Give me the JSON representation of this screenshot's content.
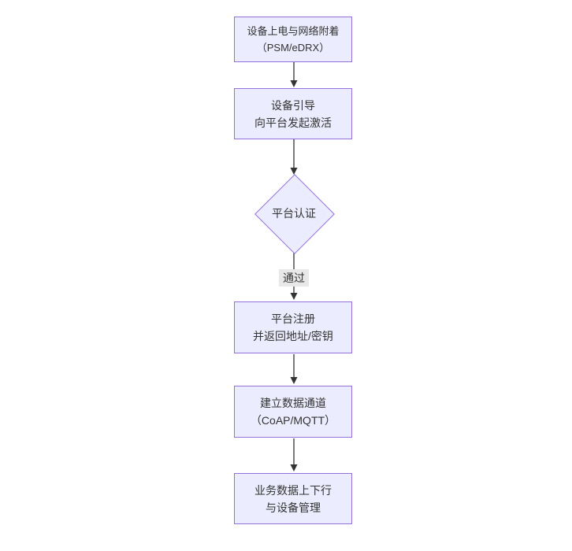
{
  "diagram": {
    "type": "flowchart",
    "direction": "top-down",
    "colors": {
      "background": "#ffffff",
      "node_fill": "#ECECFF",
      "node_border": "#9370DB",
      "text": "#333333",
      "edge": "#333333",
      "edge_label_bg": "#e8e8e8"
    },
    "nodes": [
      {
        "id": "power_attach",
        "shape": "rect",
        "line1": "设备上电与网络附着",
        "line2": "（PSM/eDRX）"
      },
      {
        "id": "bootstrap",
        "shape": "rect",
        "line1": "设备引导",
        "line2": "向平台发起激活"
      },
      {
        "id": "platform_auth",
        "shape": "diamond",
        "line1": "平台认证",
        "line2": ""
      },
      {
        "id": "platform_register",
        "shape": "rect",
        "line1": "平台注册",
        "line2": "并返回地址/密钥"
      },
      {
        "id": "data_channel",
        "shape": "rect",
        "line1": "建立数据通道",
        "line2": "（CoAP/MQTT）"
      },
      {
        "id": "business_mgmt",
        "shape": "rect",
        "line1": "业务数据上下行",
        "line2": "与设备管理"
      }
    ],
    "edges": [
      {
        "from": "power_attach",
        "to": "bootstrap",
        "label": ""
      },
      {
        "from": "bootstrap",
        "to": "platform_auth",
        "label": ""
      },
      {
        "from": "platform_auth",
        "to": "platform_register",
        "label": "通过"
      },
      {
        "from": "platform_register",
        "to": "data_channel",
        "label": ""
      },
      {
        "from": "data_channel",
        "to": "business_mgmt",
        "label": ""
      }
    ]
  }
}
